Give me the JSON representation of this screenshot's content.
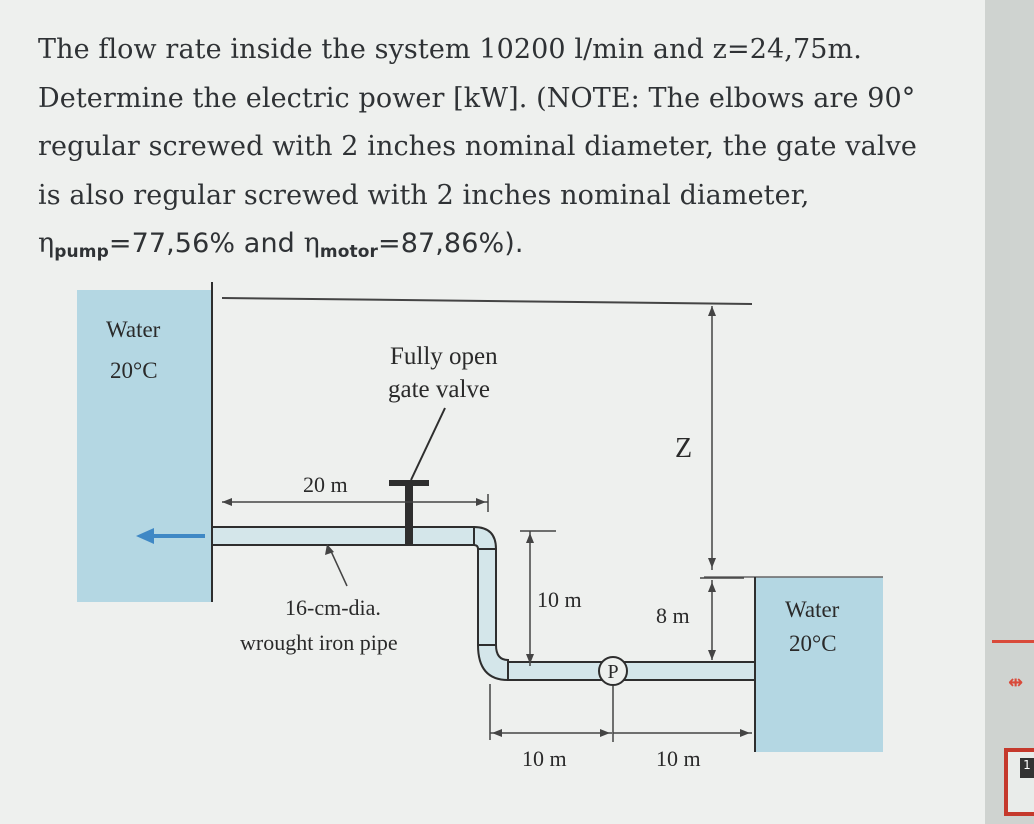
{
  "problem": {
    "line1": "The flow rate inside the system 10200 l/min and z=24,75m.",
    "line2": "Determine the electric power [kW]. (NOTE: The elbows are 90°",
    "line3": "regular screwed with 2 inches nominal diameter, the gate valve",
    "line4": "is also regular screwed with 2 inches nominal diameter,",
    "eta_symbol": "η",
    "pump_sub": "pump",
    "pump_val": "=77,56% and ",
    "motor_sub": "motor",
    "motor_val": "=87,86%)."
  },
  "diagram": {
    "left_tank_label1": "Water",
    "left_tank_label2": "20°C",
    "right_tank_label1": "Water",
    "right_tank_label2": "20°C",
    "valve_label1": "Fully open",
    "valve_label2": "gate valve",
    "dim_20m": "20 m",
    "dim_10m_vertical": "10 m",
    "dim_8m": "8 m",
    "dim_z": "Z",
    "dim_10m_bottom_left": "10 m",
    "dim_10m_bottom_right": "10 m",
    "pipe_label1": "16-cm-dia.",
    "pipe_label2": "wrought iron pipe",
    "pump_symbol": "P",
    "colors": {
      "water": "#b4d7e3",
      "pipe": "#d4e6ea",
      "pipe_stroke": "#2e2e2e",
      "arrow": "#3f88c5"
    }
  },
  "sidebar": {
    "badge": "1"
  }
}
